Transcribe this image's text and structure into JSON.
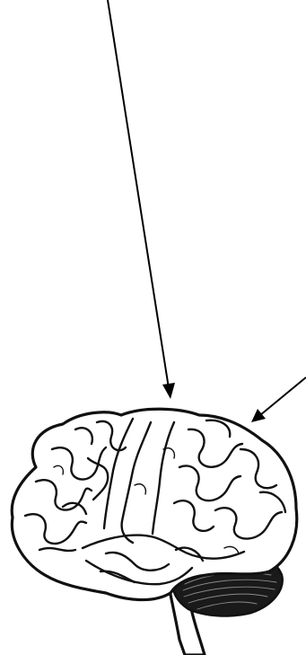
{
  "figure": {
    "illustration": "brain-side-view",
    "pointers": [
      {
        "name": "top-pointer-arrow",
        "target": "brain-top"
      },
      {
        "name": "right-pointer-arrow",
        "target": "brain-back"
      }
    ],
    "colors": {
      "background": "#ffffff",
      "ink": "#111111",
      "cerebellum": "#1a1a1a"
    }
  }
}
